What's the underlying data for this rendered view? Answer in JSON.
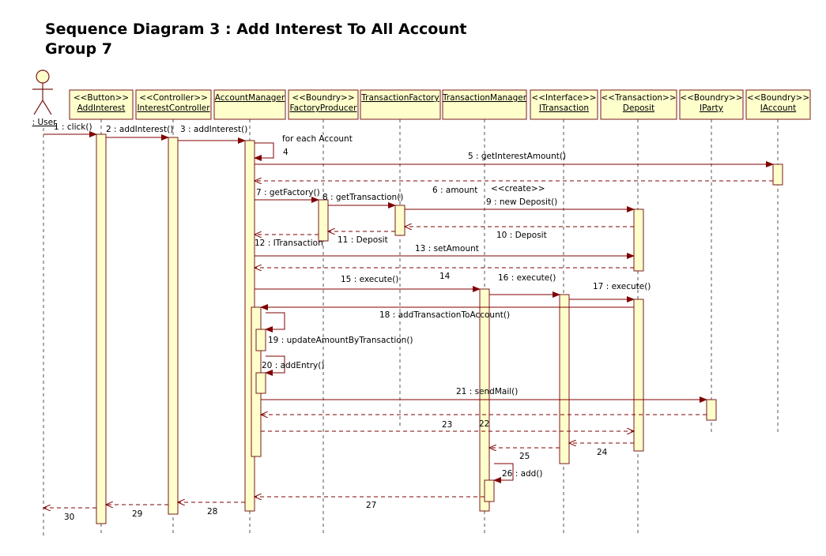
{
  "title": {
    "line1": "Sequence Diagram 3 : Add Interest To All Account",
    "line2": "Group 7"
  },
  "colors": {
    "box_fill": "#ffffcc",
    "box_stroke": "#7a1a1a",
    "arrow": "#800000",
    "lifeline": "#555555"
  },
  "actor": {
    "name": ": User",
    "icon": "stick-figure-icon"
  },
  "participants": [
    {
      "id": "addinterest",
      "stereotype": "<<Button>>",
      "name": "AddInterest"
    },
    {
      "id": "interestcontroller",
      "stereotype": "<<Controller>>",
      "name": "InterestController"
    },
    {
      "id": "accountmanager",
      "stereotype": "",
      "name": "AccountManager"
    },
    {
      "id": "factoryproducer",
      "stereotype": "<<Boundry>>",
      "name": "FactoryProducer"
    },
    {
      "id": "transactionfactory",
      "stereotype": "",
      "name": "TransactionFactory"
    },
    {
      "id": "transactionmanager",
      "stereotype": "",
      "name": "TransactionManager"
    },
    {
      "id": "itransaction",
      "stereotype": "<<Interface>>",
      "name": "ITransaction"
    },
    {
      "id": "deposit",
      "stereotype": "<<Transaction>>",
      "name": "Deposit"
    },
    {
      "id": "iparty",
      "stereotype": "<<Boundry>>",
      "name": "IParty"
    },
    {
      "id": "iaccount",
      "stereotype": "<<Boundry>>",
      "name": "IAccount"
    }
  ],
  "messages": [
    "1 : click()",
    "2 : addInterest()",
    "3 : addInterest()",
    "4",
    "5 : getInterestAmount()",
    "6 : amount",
    "7 : getFactory()",
    "8 : getTransaction()",
    "9 : new Deposit()",
    "10 : Deposit",
    "11 : Deposit",
    "12 : ITransaction",
    "13 : setAmount",
    "14",
    "15 : execute()",
    "16 : execute()",
    "17 : execute()",
    "18 : addTransactionToAccount()",
    "19 : updateAmountByTransaction()",
    "20 : addEntry()",
    "21 : sendMail()",
    "22",
    "23",
    "24",
    "25",
    "26 : add()",
    "27",
    "28",
    "29",
    "30"
  ],
  "notes": {
    "loop": "for each Account",
    "create": "<<create>>"
  }
}
